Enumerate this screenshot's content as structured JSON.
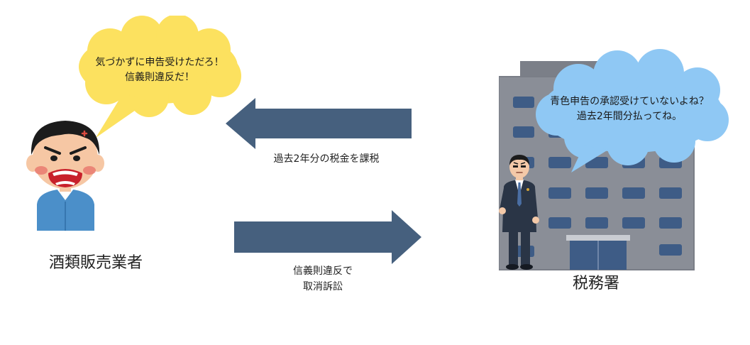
{
  "diagram": {
    "left_party": {
      "label": "酒類販売業者",
      "speech": [
        "気づかずに申告受けただろ！",
        "信義則違反だ！"
      ]
    },
    "right_party": {
      "label": "税務署",
      "speech": [
        "青色申告の承認受けていないよね？",
        "過去2年間分払ってね。"
      ]
    },
    "arrow_to_left": {
      "caption": "過去2年分の税金を課税"
    },
    "arrow_to_right": {
      "caption": [
        "信義則違反で",
        "取消訴訟"
      ]
    },
    "colors": {
      "arrow": "#46607e",
      "bubble_left": "#fce15f",
      "bubble_right": "#8fc8f4",
      "building": "#8a8e97",
      "window": "#3e5c86",
      "person_shirt": "#4b8fc9",
      "suit": "#2a3546"
    }
  }
}
